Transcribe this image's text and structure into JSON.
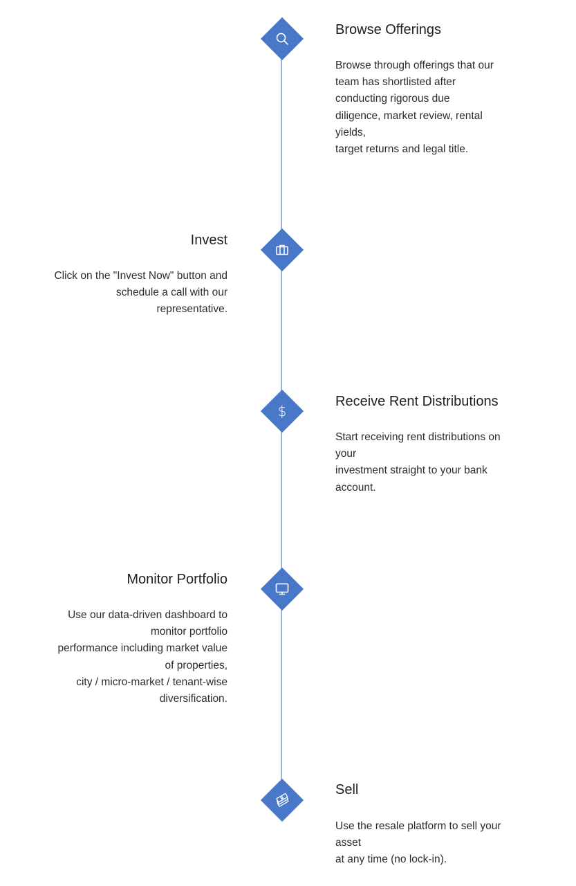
{
  "steps": [
    {
      "title": "Browse Offerings",
      "icon": "search-icon",
      "description_lines": [
        "Browse through offerings that our",
        "team has shortlisted after",
        "conducting rigorous due",
        "diligence, market review, rental",
        "yields,",
        "target returns and legal title."
      ]
    },
    {
      "title": "Invest",
      "icon": "briefcase-icon",
      "description_lines": [
        "Click on the \"Invest Now\" button and",
        "schedule a call with our",
        "representative."
      ]
    },
    {
      "title": "Receive Rent Distributions",
      "icon": "dollar-icon",
      "icon_glyph": "$",
      "description_lines": [
        "Start receiving rent distributions on",
        "your",
        "investment straight to your bank",
        "account."
      ]
    },
    {
      "title": "Monitor Portfolio",
      "icon": "monitor-icon",
      "description_lines": [
        "Use our data-driven dashboard to",
        "monitor portfolio",
        "performance including market value",
        "of properties,",
        "city / micro-market / tenant-wise",
        "diversification."
      ]
    },
    {
      "title": "Sell",
      "icon": "cash-stack-icon",
      "description_lines": [
        "Use the resale platform to sell your",
        "asset",
        "at any time (no lock-in)."
      ]
    }
  ],
  "colors": {
    "accent": "#4a78c8",
    "line": "#9bb3d8",
    "text": "#1f1f1f"
  }
}
